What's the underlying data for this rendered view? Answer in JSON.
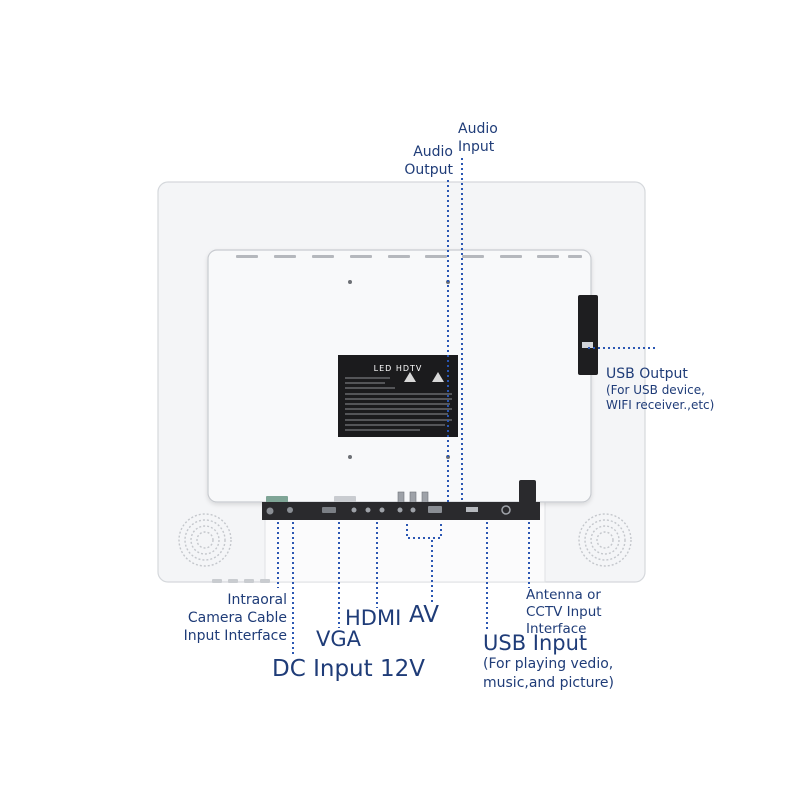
{
  "sticker": {
    "title": "LED HDTV"
  },
  "callouts": {
    "audio_input": [
      "Audio",
      "Input"
    ],
    "audio_output": [
      "Audio",
      "Output"
    ],
    "usb_output": {
      "title": "USB Output",
      "detail": [
        "(For USB device,",
        "WIFI receiver.,etc)"
      ]
    },
    "intraoral": [
      "Intraoral",
      "Camera Cable",
      "Input Interface"
    ],
    "vga": "VGA",
    "hdmi": "HDMI",
    "av": "AV",
    "dc_input": "DC Input 12V",
    "usb_input": {
      "title": "USB Input",
      "detail": [
        "(For playing vedio,",
        "music,and picture)"
      ]
    },
    "antenna": [
      "Antenna or",
      "CCTV Input",
      "Interface"
    ]
  },
  "colors": {
    "label": "#1f3c78",
    "leader": "#2b57b3",
    "body": "#f4f5f7",
    "port_strip": "#2a2a2d"
  }
}
